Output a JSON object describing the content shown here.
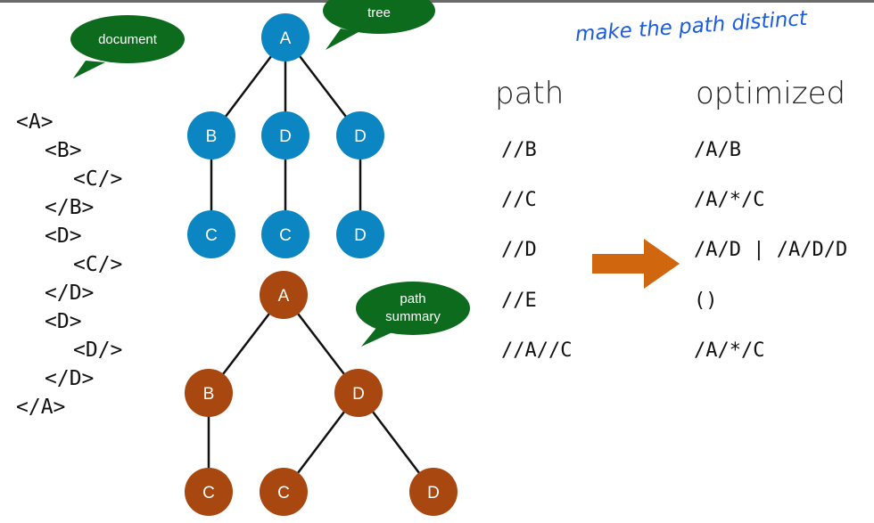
{
  "xml_document": [
    "<A>",
    "<B>",
    "<C/>",
    "</B>",
    "<D>",
    "<C/>",
    "</D>",
    "<D>",
    "<D/>",
    "</D>",
    "</A>"
  ],
  "bubbles": {
    "document": "document",
    "tree": "tree",
    "summary_line1": "path",
    "summary_line2": "summary"
  },
  "tree": {
    "color": "#0b86c2",
    "nodes": [
      "A",
      "B",
      "D",
      "D",
      "C",
      "C",
      "D"
    ]
  },
  "path_summary": {
    "color": "#a8470f",
    "nodes": [
      "A",
      "B",
      "D",
      "C",
      "C",
      "D"
    ]
  },
  "bubble_color": "#0c6b1c",
  "arrow_color": "#d0660e",
  "handwritten_note": "make the path distinct",
  "table": {
    "headers": {
      "path": "path",
      "optimized": "optimized"
    },
    "rows": [
      {
        "path": "//B",
        "optimized": "/A/B"
      },
      {
        "path": "//C",
        "optimized": "/A/*/C"
      },
      {
        "path": "//D",
        "optimized": "/A/D | /A/D/D"
      },
      {
        "path": "//E",
        "optimized": "()"
      },
      {
        "path": "//A//C",
        "optimized": "/A/*/C"
      }
    ]
  }
}
